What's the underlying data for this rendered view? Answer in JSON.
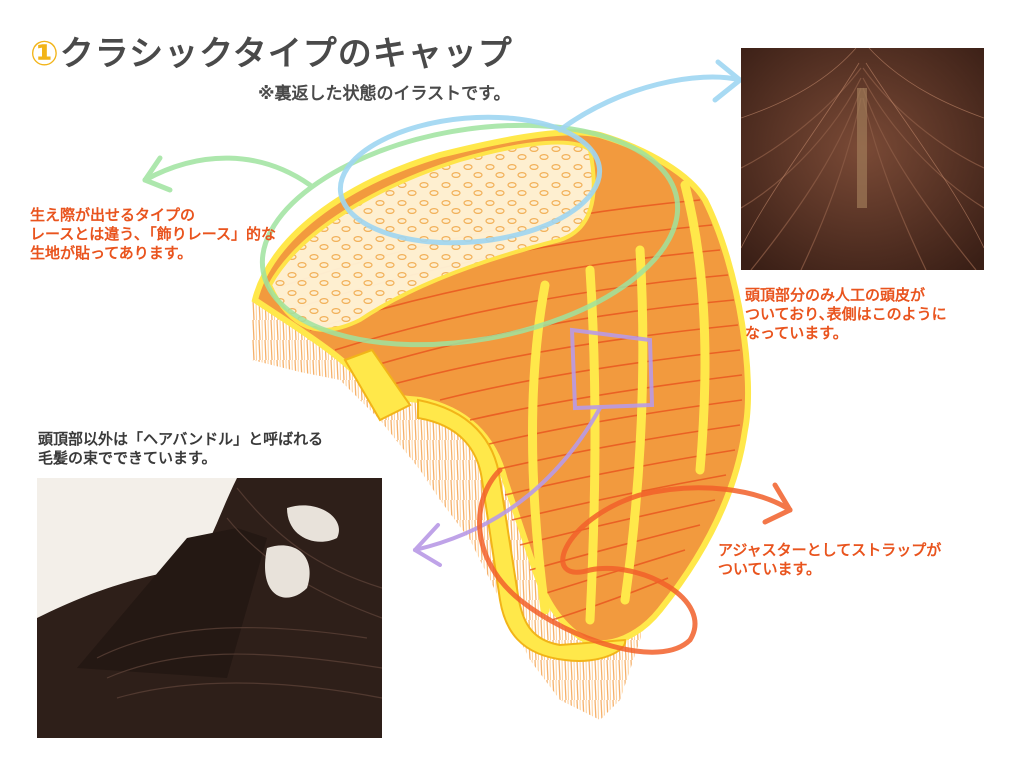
{
  "title": {
    "number": "①",
    "text": "クラシックタイプのキャップ"
  },
  "subtitle": "※裏返した状態のイラストです。",
  "notes": {
    "hairline": [
      "生え際が出せるタイプの",
      "レースとは違う､「飾りレース」的な",
      "生地が貼ってあります。"
    ],
    "crown": [
      "頭頂部分のみ人工の頭皮が",
      "ついており､表側はこのように",
      "なっています。"
    ],
    "bundle": [
      "頭頂部以外は「ヘアバンドル」と呼ばれる",
      "毛髪の束でできています。"
    ],
    "strap": [
      "アジャスターとしてストラップが",
      "ついています。"
    ]
  },
  "colors": {
    "title_accent": "#f2b418",
    "note_orange": "#e9541e",
    "arrow_green": "#9fe39f",
    "arrow_blue": "#9fd6f2",
    "arrow_purple": "#b99ae6",
    "arrow_orange": "#f2602a",
    "cap_orange": "#f29a3e",
    "cap_yellow": "#ffe84a",
    "hair_brown": "#5a3424"
  },
  "images": {
    "scalp_photo": "hair-part-scalp-photo",
    "bundle_photo": "hair-bundle-photo"
  }
}
